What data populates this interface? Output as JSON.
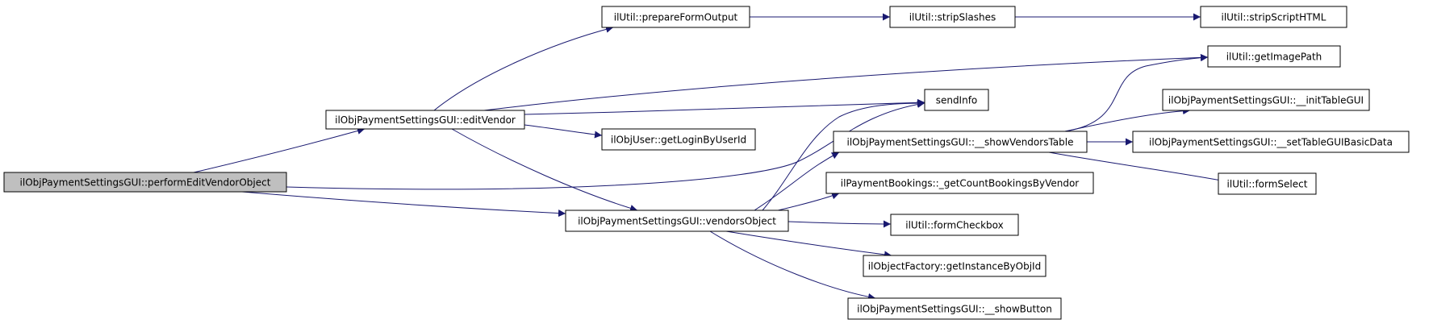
{
  "colors": {
    "edge": "#191970",
    "node_fill": "#ffffff",
    "root_fill": "#bfbfbf",
    "border": "#000000"
  },
  "nodes": [
    {
      "id": "performEditVendorObject",
      "label": "ilObjPaymentSettingsGUI::performEditVendorObject",
      "root": true
    },
    {
      "id": "editVendor",
      "label": "ilObjPaymentSettingsGUI::editVendor"
    },
    {
      "id": "sendInfo",
      "label": "sendInfo"
    },
    {
      "id": "vendorsObject",
      "label": "ilObjPaymentSettingsGUI::vendorsObject"
    },
    {
      "id": "prepareFormOutput",
      "label": "ilUtil::prepareFormOutput"
    },
    {
      "id": "getImagePath",
      "label": "ilUtil::getImagePath"
    },
    {
      "id": "getLoginByUserId",
      "label": "ilObjUser::getLoginByUserId"
    },
    {
      "id": "stripSlashes",
      "label": "ilUtil::stripSlashes"
    },
    {
      "id": "stripScriptHTML",
      "label": "ilUtil::stripScriptHTML"
    },
    {
      "id": "showVendorsTable",
      "label": "ilObjPaymentSettingsGUI::__showVendorsTable"
    },
    {
      "id": "getCountBookingsByVendor",
      "label": "ilPaymentBookings::_getCountBookingsByVendor"
    },
    {
      "id": "formCheckbox",
      "label": "ilUtil::formCheckbox"
    },
    {
      "id": "getInstanceByObjId",
      "label": "ilObjectFactory::getInstanceByObjId"
    },
    {
      "id": "showButton",
      "label": "ilObjPaymentSettingsGUI::__showButton"
    },
    {
      "id": "initTableGUI",
      "label": "ilObjPaymentSettingsGUI::__initTableGUI"
    },
    {
      "id": "setTableGUIBasicData",
      "label": "ilObjPaymentSettingsGUI::__setTableGUIBasicData"
    },
    {
      "id": "formSelect",
      "label": "ilUtil::formSelect"
    }
  ],
  "edges": [
    {
      "from": "performEditVendorObject",
      "to": "editVendor"
    },
    {
      "from": "performEditVendorObject",
      "to": "sendInfo"
    },
    {
      "from": "performEditVendorObject",
      "to": "vendorsObject"
    },
    {
      "from": "editVendor",
      "to": "prepareFormOutput"
    },
    {
      "from": "editVendor",
      "to": "getImagePath"
    },
    {
      "from": "editVendor",
      "to": "sendInfo"
    },
    {
      "from": "editVendor",
      "to": "getLoginByUserId"
    },
    {
      "from": "editVendor",
      "to": "vendorsObject"
    },
    {
      "from": "prepareFormOutput",
      "to": "stripSlashes"
    },
    {
      "from": "stripSlashes",
      "to": "stripScriptHTML"
    },
    {
      "from": "vendorsObject",
      "to": "showVendorsTable"
    },
    {
      "from": "vendorsObject",
      "to": "sendInfo"
    },
    {
      "from": "vendorsObject",
      "to": "getCountBookingsByVendor"
    },
    {
      "from": "vendorsObject",
      "to": "formCheckbox"
    },
    {
      "from": "vendorsObject",
      "to": "getInstanceByObjId"
    },
    {
      "from": "vendorsObject",
      "to": "showButton"
    },
    {
      "from": "showVendorsTable",
      "to": "getImagePath"
    },
    {
      "from": "showVendorsTable",
      "to": "initTableGUI"
    },
    {
      "from": "showVendorsTable",
      "to": "setTableGUIBasicData"
    },
    {
      "from": "showVendorsTable",
      "to": "formSelect"
    }
  ]
}
